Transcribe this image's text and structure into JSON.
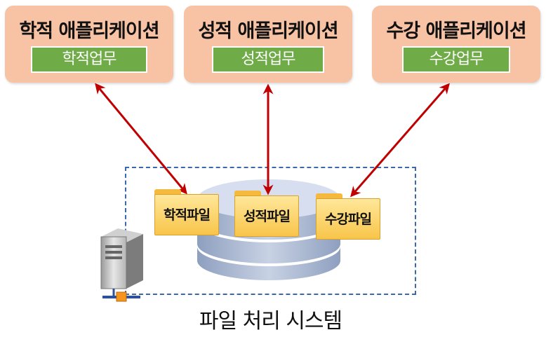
{
  "applications": [
    {
      "title": "학적 애플리케이션",
      "task": "학적업무"
    },
    {
      "title": "성적 애플리케이션",
      "task": "성적업무"
    },
    {
      "title": "수강 애플리케이션",
      "task": "수강업무"
    }
  ],
  "files": [
    "학적파일",
    "성적파일",
    "수강파일"
  ],
  "system_label": "파일 처리 시스템",
  "colors": {
    "app_box": "#f7c3a4",
    "task_box": "#6fac47",
    "arrow": "#c00000",
    "dashed_border": "#3b67b0",
    "folder": "#f8c54a",
    "database": "#b7c3d9"
  }
}
